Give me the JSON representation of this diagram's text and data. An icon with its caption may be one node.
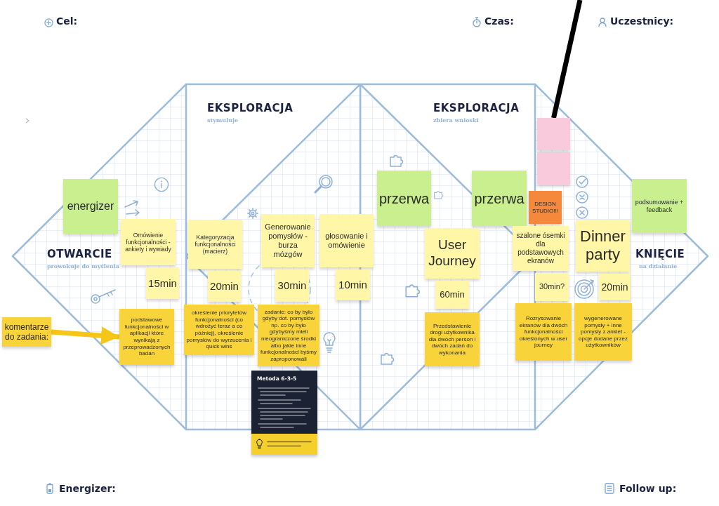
{
  "diagram": {
    "nodes": [
      {
        "text": [
          "energizer"
        ]
      },
      {
        "text": [
          "Omówienie funkcjonalności - ankiety i wywiady"
        ]
      },
      {
        "text": [
          "15min"
        ]
      },
      {
        "text": [
          "komentarze do zadania:"
        ]
      },
      {
        "text": [
          "podstawowe funkcjonalności w aplikacji które wynikają z przeprowadzonych badan"
        ]
      },
      {
        "text": [
          "Kategoryzacja funkcjonalności (macierz)"
        ]
      },
      {
        "text": [
          "20min"
        ]
      },
      {
        "text": [
          "określenie priorytetów funkcjonalności (co wdrożyć teraz a co później), określenie pomysłów do wyrzucenia i quick wins"
        ]
      },
      {
        "text": [
          "Generowanie pomysłów - burza mózgów"
        ]
      },
      {
        "text": [
          "30min"
        ]
      },
      {
        "text": [
          "zadanie: co by było gdyby dot. pomysłów np. co by było gdybyśmy mieli nieograniczone środki albo jakie inne funkcjonalności byśmy zaproponowali"
        ]
      },
      {
        "text": [
          "głosowanie i omówienie"
        ]
      },
      {
        "text": [
          "10min"
        ]
      },
      {
        "text": [
          "Metoda 6-3-5"
        ]
      },
      {
        "text": [
          "przerwa"
        ]
      },
      {
        "text": [
          "przerwa"
        ]
      },
      {
        "text": [
          "User Journey"
        ]
      },
      {
        "text": [
          "60min"
        ]
      },
      {
        "text": [
          "Przedstawienie drogi użytkownika dla dwóch person i dwóch zadań do wykonania"
        ]
      },
      {
        "text": [],
        "shape": "box"
      },
      {
        "text": [],
        "shape": "box"
      },
      {
        "text": [
          "DESIGN STUDIO!!!"
        ]
      },
      {
        "text": [
          "szalone ósemki dla podstawowych ekranów"
        ]
      },
      {
        "text": [
          "30min?"
        ]
      },
      {
        "text": [
          "Rozrysowanie ekranów dla dwóch funkcjonalności określonych w user journey"
        ]
      },
      {
        "text": [
          "Dinner party"
        ]
      },
      {
        "text": [
          "20min"
        ]
      },
      {
        "text": [
          "wygenerowane pomysły + inne pomysły z ankiet - opcje dodane przez użytkowników"
        ]
      },
      {
        "text": [
          "podsumowanie + feedback"
        ]
      }
    ],
    "edges": [
      {
        "from": 3,
        "to": 4,
        "arrow": "to",
        "color": "#f5c518"
      },
      {
        "from": null,
        "to": 19,
        "arrow": "none",
        "color": "#000000"
      }
    ],
    "labels": [
      "Cel:",
      "Czas:",
      "Uczestnicy:",
      "EKSPLORACJA",
      "stymuluje",
      "EKSPLORACJA",
      "zbiera wnioski",
      "OTWARCIE",
      "prowokuje do myślenia",
      "KNIĘCIE",
      "na działanie",
      "Energizer:",
      "Follow up:"
    ]
  }
}
